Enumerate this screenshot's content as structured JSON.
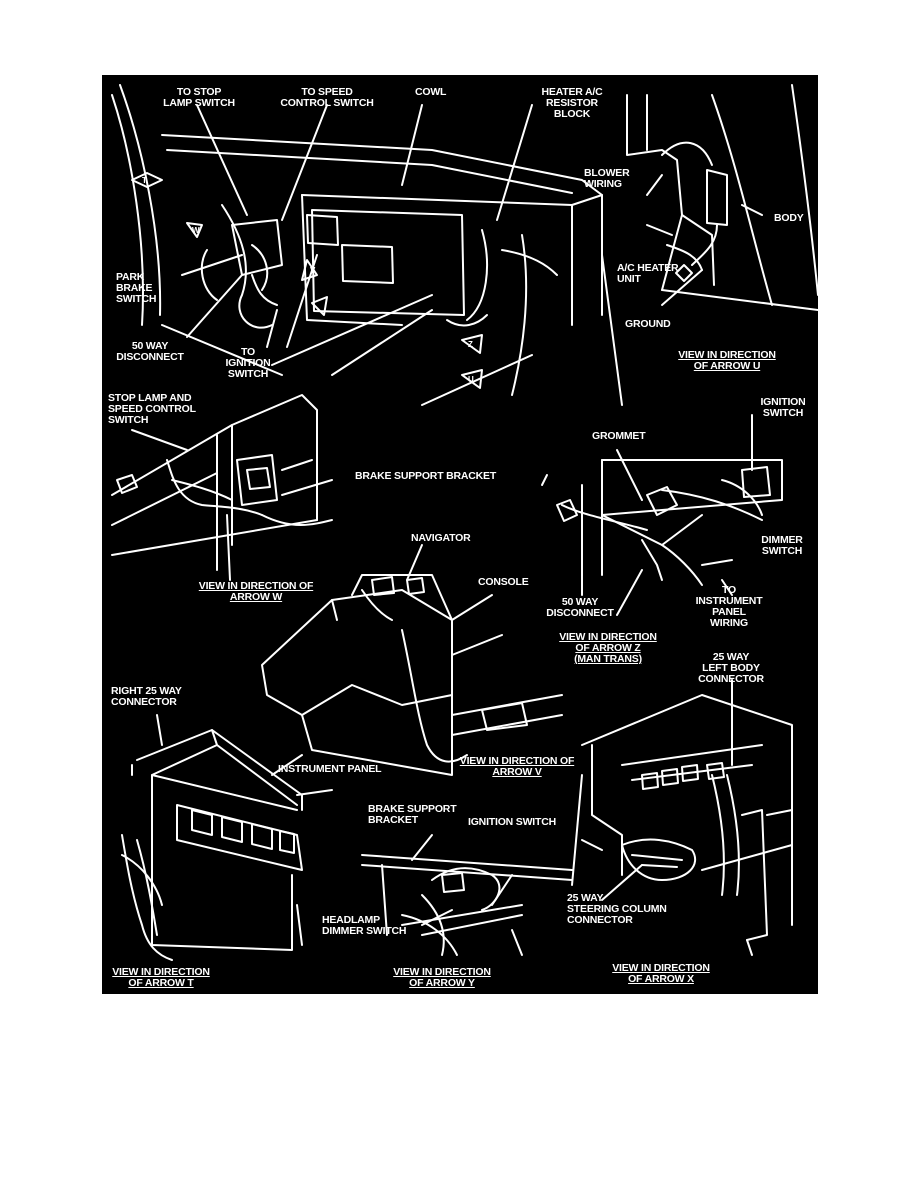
{
  "colors": {
    "page_background": "#ffffff",
    "diagram_background": "#000000",
    "linework": "#ffffff"
  },
  "top_view": {
    "stop_lamp_switch": "TO STOP\nLAMP SWITCH",
    "speed_control_switch": "TO SPEED\nCONTROL SWITCH",
    "cowl": "COWL",
    "resistor_block": "HEATER A/C\nRESISTOR BLOCK",
    "park_brake_switch": "PARK\nBRAKE\nSWITCH",
    "disconnect_50_way": "50 WAY\nDISCONNECT",
    "ignition_switch": "TO\nIGNITION\nSWITCH",
    "arrow_t": "T",
    "arrow_w": "W",
    "arrow_v": "V",
    "arrow_z": "Z",
    "arrow_u": "U"
  },
  "view_u": {
    "blower_wiring": "BLOWER\nWIRING",
    "body": "BODY",
    "heater_unit": "A/C HEATER\nUNIT",
    "ground": "GROUND",
    "caption": "VIEW IN DIRECTION\nOF ARROW U"
  },
  "view_w": {
    "stop_lamp_speed_control": "STOP LAMP AND\nSPEED CONTROL\nSWITCH",
    "brake_support_bracket": "BRAKE SUPPORT BRACKET",
    "caption": "VIEW IN DIRECTION OF\nARROW W"
  },
  "view_z": {
    "ignition_switch": "IGNITION\nSWITCH",
    "grommet": "GROMMET",
    "dimmer_switch": "DIMMER\nSWITCH",
    "disconnect_50_way": "50 WAY\nDISCONNECT",
    "instrument_panel_wiring": "TO\nINSTRUMENT\nPANEL\nWIRING",
    "caption": "VIEW IN DIRECTION\nOF ARROW Z\n(MAN TRANS)"
  },
  "view_v": {
    "navigator": "NAVIGATOR",
    "console": "CONSOLE",
    "caption": "VIEW IN DIRECTION OF\nARROW V"
  },
  "view_t": {
    "right_25_way": "RIGHT 25 WAY\nCONNECTOR",
    "instrument_panel": "INSTRUMENT PANEL",
    "caption": "VIEW IN DIRECTION\nOF ARROW T"
  },
  "view_y": {
    "brake_support_bracket": "BRAKE SUPPORT\nBRACKET",
    "ignition_switch": "IGNITION SWITCH",
    "headlamp_dimmer": "HEADLAMP\nDIMMER SWITCH",
    "caption": "VIEW IN DIRECTION\nOF ARROW Y"
  },
  "view_x": {
    "left_body_connector": "25 WAY\nLEFT BODY\nCONNECTOR",
    "steering_column_connector": "25 WAY\nSTEERING COLUMN\nCONNECTOR",
    "caption": "VIEW IN DIRECTION\nOF ARROW X"
  }
}
